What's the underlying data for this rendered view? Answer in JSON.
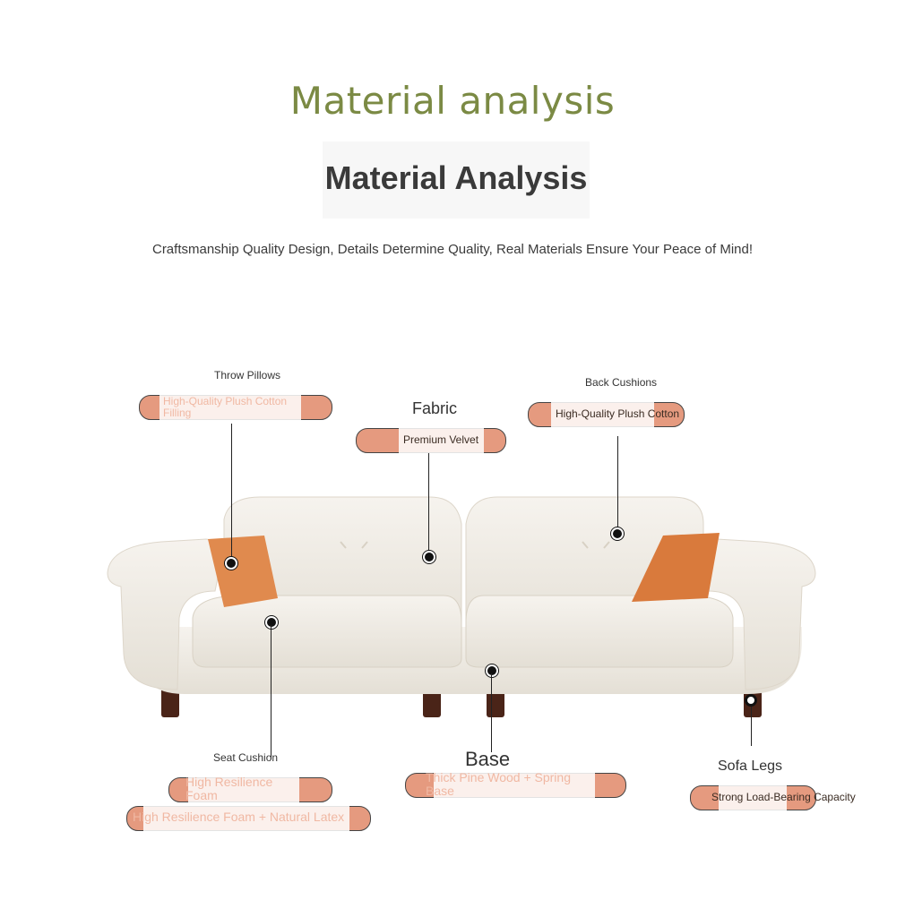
{
  "page": {
    "heading": "Material analysis",
    "title": "Material Analysis",
    "subtitle": "Craftsmanship Quality Design, Details Determine Quality, Real Materials Ensure Your Peace of Mind!"
  },
  "callouts": {
    "throw_pillows": {
      "label": "Throw Pillows",
      "detail": "High-Quality Plush Cotton Filling"
    },
    "fabric": {
      "label": "Fabric",
      "detail": "Premium Velvet"
    },
    "back_cushions": {
      "label": "Back Cushions",
      "detail": "High-Quality Plush Cotton"
    },
    "seat_cushion": {
      "label": "Seat Cushion",
      "detail": "High Resilience Foam",
      "detail2": "High Resilience Foam + Natural Latex"
    },
    "base": {
      "label": "Base",
      "detail": "Thick Pine Wood + Spring Base"
    },
    "sofa_legs": {
      "label": "Sofa Legs",
      "detail": "Strong Load-Bearing Capacity"
    }
  },
  "colors": {
    "accent_heading": "#7b8a44",
    "pill": "#e59a7f",
    "sofa": "#f1ede5",
    "pillow": "#e08a4e",
    "leg": "#4a2418"
  }
}
